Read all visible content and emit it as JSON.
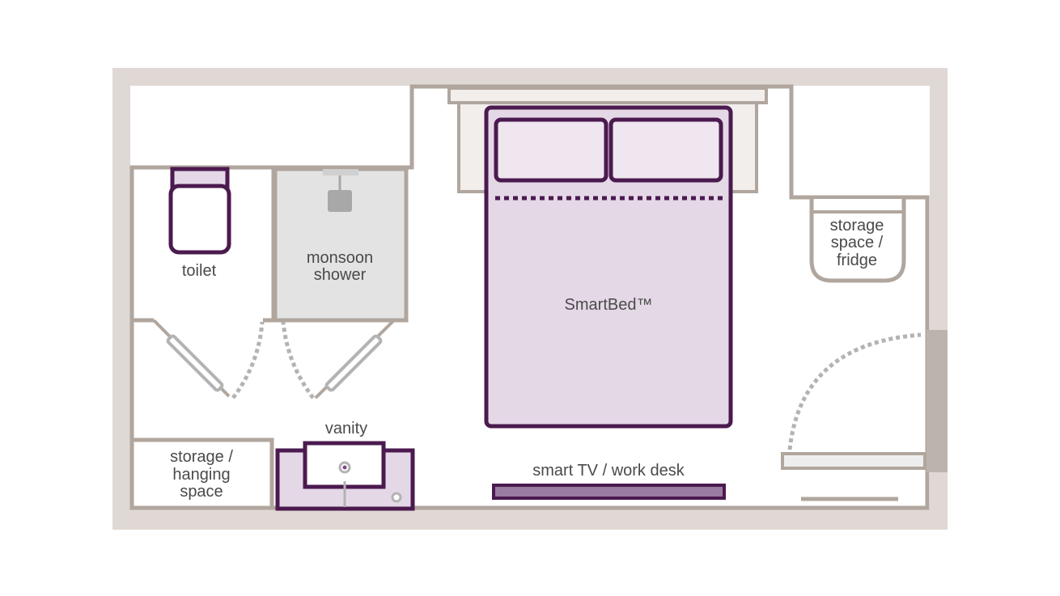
{
  "colors": {
    "outer_frame": "#e0d8d4",
    "wall": "#b0a69e",
    "bed_frame": "#4b1a4f",
    "bed_fill": "#e4d8e6",
    "pillow_fill": "#efe6f0",
    "headboard_fill": "#f2eeec",
    "shower_fill": "#e3e3e3",
    "door_grey": "#b3b3b3",
    "desk_fill": "#9b7ba0",
    "text": "#4a4a4a"
  },
  "rooms": {
    "toilet": {
      "label": "toilet"
    },
    "shower": {
      "line1": "monsoon",
      "line2": "shower"
    },
    "bed": {
      "label": "SmartBed™"
    },
    "fridge": {
      "line1": "storage",
      "line2": "space /",
      "line3": "fridge"
    },
    "hanging": {
      "line1": "storage /",
      "line2": "hanging",
      "line3": "space"
    },
    "vanity": {
      "label": "vanity"
    },
    "desk": {
      "label": "smart TV / work desk"
    }
  }
}
